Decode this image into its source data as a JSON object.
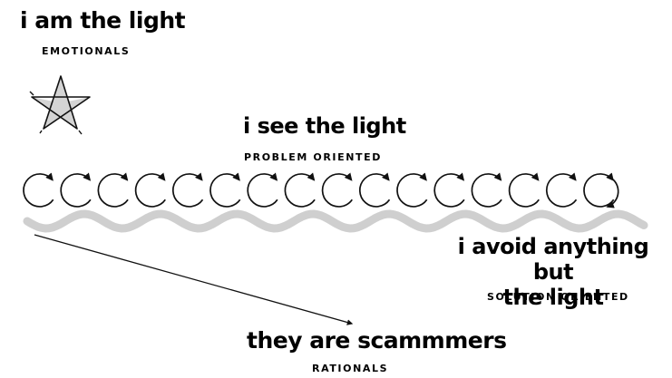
{
  "labels": {
    "top": {
      "title": "i am the light",
      "sub": "EMOTIONALS"
    },
    "middle": {
      "title": "i see the light",
      "sub": "PROBLEM ORIENTED"
    },
    "right": {
      "title_line1": "i avoid anything but",
      "title_line2": "the light",
      "sub": "SOLUTION ORIENTED"
    },
    "bottom": {
      "title": "they are scammmers",
      "sub": "RATIONALS"
    }
  },
  "colors": {
    "ink": "#111111",
    "wave": "#cfcfcf",
    "star_fill": "#d4d4d4",
    "background": "#ffffff"
  },
  "icons": [
    "star-icon",
    "loop-arrow-icon"
  ],
  "loop_count": 16
}
